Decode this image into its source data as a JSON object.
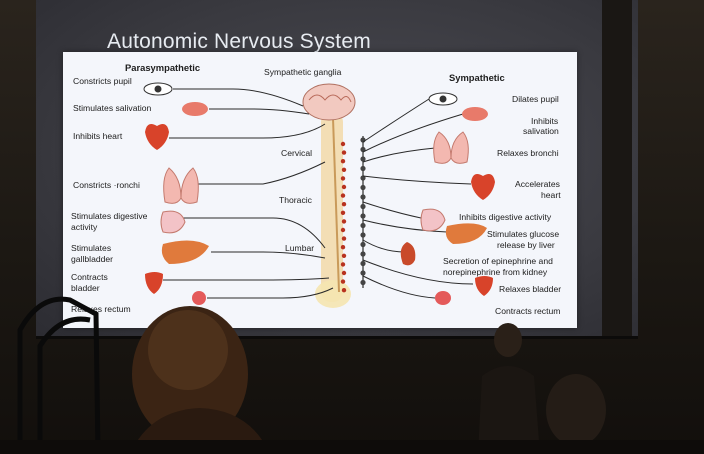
{
  "slide": {
    "title": "Autonomic Nervous System",
    "headers": {
      "parasympathetic": "Parasympathetic",
      "sympathetic": "Sympathetic",
      "ganglia": "Sympathetic ganglia"
    },
    "regions": {
      "cervical": "Cervical",
      "thoracic": "Thoracic",
      "lumbar": "Lumbar"
    },
    "parasympathetic_effects": [
      "Constricts pupil",
      "Stimulates salivation",
      "Inhibits heart",
      "Constricts ·ronchi",
      "Stimulates digestive",
      "activity",
      "Stimulates",
      "gallbladder",
      "Contracts",
      "bladder",
      "Relaxes rectum"
    ],
    "sympathetic_effects": [
      "Dilates pupil",
      "Inhibits",
      "salivation",
      "Relaxes bronchi",
      "Accelerates",
      "heart",
      "Inhibits digestive activity",
      "Stimulates glucose",
      "release by liver",
      "Secretion of epinephrine and",
      "norepinephrine from kidney",
      "Relaxes bladder",
      "Contracts rectum"
    ]
  },
  "colors": {
    "slide_bg": "#f4f6fb",
    "organ_red": "#d8432a",
    "organ_orange": "#e07a3c",
    "spine": "#f2d9a8",
    "nerve_line": "#2a2a2a"
  }
}
